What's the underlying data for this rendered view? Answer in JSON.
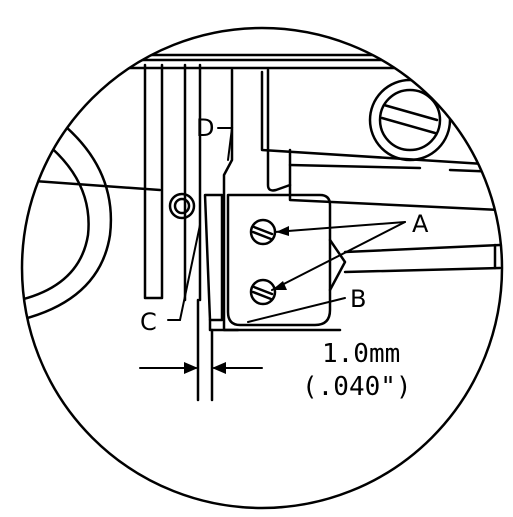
{
  "callouts": {
    "a": "A",
    "b": "B",
    "c": "C",
    "d": "D"
  },
  "dimension": {
    "metric": "1.0mm",
    "imperial": "(.040\")"
  },
  "colors": {
    "ink": "#000000",
    "paper": "#ffffff"
  }
}
